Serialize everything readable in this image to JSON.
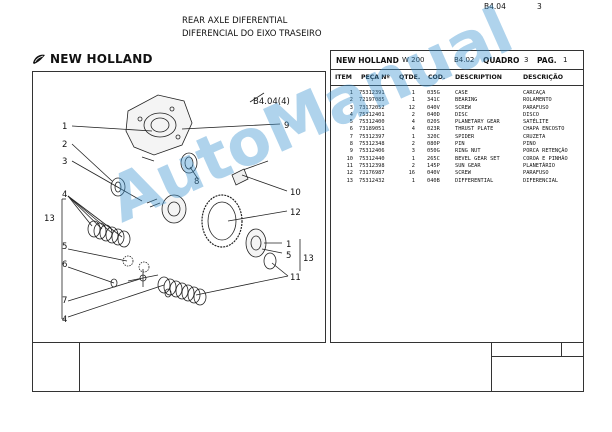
{
  "logo": {
    "brand": "NEW HOLLAND"
  },
  "drawing": {
    "ref": "B4.04(4)",
    "callouts": [
      "1",
      "2",
      "3",
      "4",
      "5",
      "6",
      "7",
      "4",
      "13",
      "8",
      "9",
      "10",
      "12",
      "1",
      "5",
      "11",
      "13"
    ]
  },
  "sheet": {
    "brand": "NEW HOLLAND",
    "model": "W 200",
    "section": "B4.02",
    "quadro_label": "QUADRO",
    "quadro_value": "3",
    "pag_label": "PAG.",
    "pag_value": "1",
    "columns": {
      "item": "ITEM",
      "peca": "PEÇA Nº",
      "qtde": "QTDE.",
      "cod": "COD.",
      "desc": "DESCRIPTION",
      "descr": "DESCRIÇÃO"
    },
    "rows": [
      {
        "item": "1",
        "peca": "75312391",
        "qt": "1",
        "cod": "035G",
        "desc": "CASE",
        "descr": "CARCAÇA"
      },
      {
        "item": "2",
        "peca": "72197085",
        "qt": "1",
        "cod": "341C",
        "desc": "BEARING",
        "descr": "ROLAMENTO"
      },
      {
        "item": "3",
        "peca": "73172052",
        "qt": "12",
        "cod": "040V",
        "desc": "SCREW",
        "descr": "PARAFUSO"
      },
      {
        "item": "4",
        "peca": "75312401",
        "qt": "2",
        "cod": "040D",
        "desc": "DISC",
        "descr": "DISCO"
      },
      {
        "item": "5",
        "peca": "75312400",
        "qt": "4",
        "cod": "020S",
        "desc": "PLANETARY GEAR",
        "descr": "SATÉLITE"
      },
      {
        "item": "6",
        "peca": "73189051",
        "qt": "4",
        "cod": "023R",
        "desc": "THRUST PLATE",
        "descr": "CHAPA ENCOSTO"
      },
      {
        "item": "7",
        "peca": "75312397",
        "qt": "1",
        "cod": "320C",
        "desc": "SPIDER",
        "descr": "CRUZETA"
      },
      {
        "item": "8",
        "peca": "75312348",
        "qt": "2",
        "cod": "080P",
        "desc": "PIN",
        "descr": "PINO"
      },
      {
        "item": "9",
        "peca": "75312406",
        "qt": "3",
        "cod": "050G",
        "desc": "RING NUT",
        "descr": "PORCA RETENÇÃO"
      },
      {
        "item": "10",
        "peca": "75312440",
        "qt": "1",
        "cod": "265C",
        "desc": "BEVEL GEAR SET",
        "descr": "COROA E PINHÃO"
      },
      {
        "item": "11",
        "peca": "75312398",
        "qt": "2",
        "cod": "145P",
        "desc": "SUN GEAR",
        "descr": "PLANETÁRIO"
      },
      {
        "item": "12",
        "peca": "73176987",
        "qt": "16",
        "cod": "040V",
        "desc": "SCREW",
        "descr": "PARAFUSO"
      },
      {
        "item": "13",
        "peca": "75312432",
        "qt": "1",
        "cod": "040B",
        "desc": "DIFFERENTIAL",
        "descr": "DIFERENCIAL"
      }
    ]
  },
  "footer": {
    "title_en": "REAR AXLE DIFERENTIAL",
    "title_pt": "DIFERENCIAL DO EIXO TRASEIRO",
    "code": "B4.04",
    "page": "3"
  },
  "watermark": "AutoManual"
}
